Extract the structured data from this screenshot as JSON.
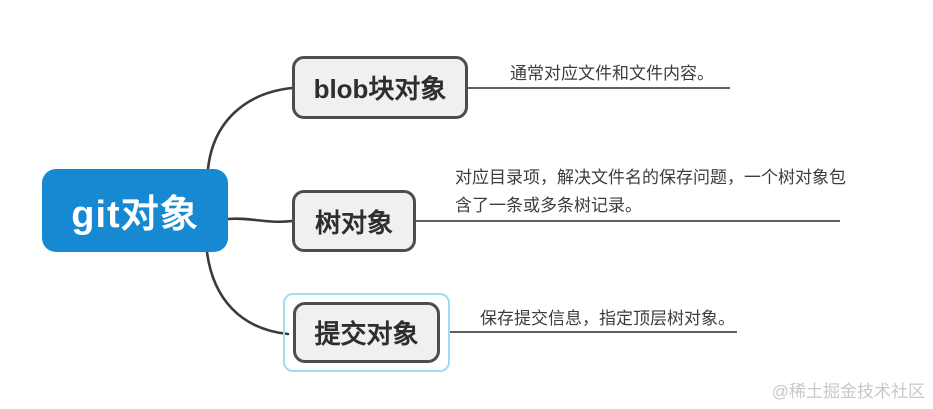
{
  "diagram": {
    "type": "mindmap",
    "root": {
      "label": "git对象"
    },
    "nodes": [
      {
        "id": "blob",
        "label": "blob块对象",
        "note": "通常对应文件和文件内容。",
        "selected": false
      },
      {
        "id": "tree",
        "label": "树对象",
        "note": "对应目录项，解决文件名的保存问题，一个树对象包含了一条或多条树记录。",
        "selected": false
      },
      {
        "id": "commit",
        "label": "提交对象",
        "note": "保存提交信息，指定顶层树对象。",
        "selected": true
      }
    ],
    "colors": {
      "root_fill": "#1789d2",
      "root_text": "#ffffff",
      "child_fill": "#f0f0f0",
      "child_border": "#4d4d4d",
      "connector": "#3b3b3b",
      "selection_outline": "#a2d9f4",
      "note_text": "#3d3d3d",
      "watermark_text": "#c8c8c8"
    }
  },
  "watermark": "@稀土掘金技术社区"
}
